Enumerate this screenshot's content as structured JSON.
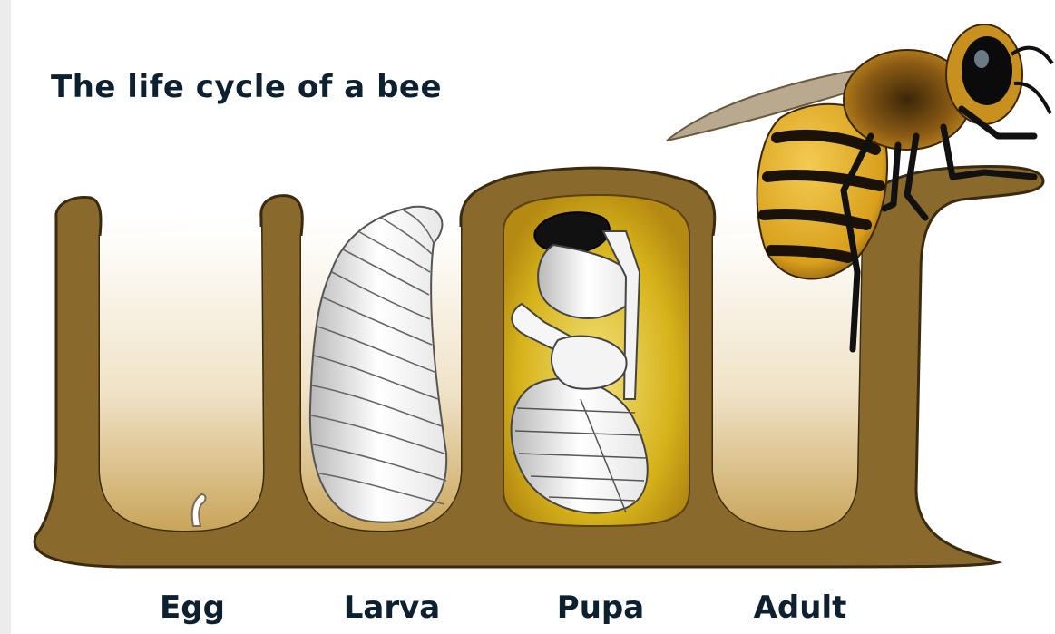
{
  "title": "The life cycle of a bee",
  "stages": [
    {
      "label": "Egg",
      "icon": "egg-icon"
    },
    {
      "label": "Larva",
      "icon": "larva-icon"
    },
    {
      "label": "Pupa",
      "icon": "pupa-icon"
    },
    {
      "label": "Adult",
      "icon": "adult-bee-icon"
    }
  ],
  "colors": {
    "comb": "#8a6a2c",
    "comb_outline": "#3a2a10",
    "cell_glow": "#c8a24a",
    "pupa_cap": "#d6b21a",
    "bee_yellow": "#e2b233",
    "bee_stripe": "#1a1208",
    "text": "#0d2030"
  }
}
